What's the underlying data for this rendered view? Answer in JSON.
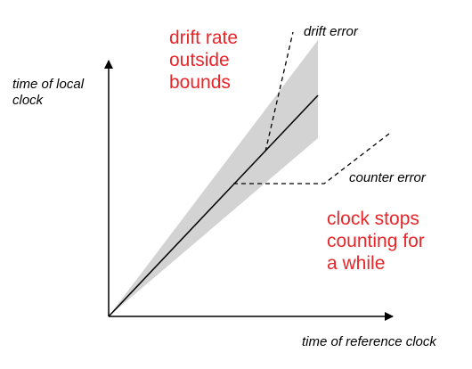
{
  "axes": {
    "y_label_line1": "time of local",
    "y_label_line2": "clock",
    "x_label": "time of reference clock"
  },
  "annotations": {
    "drift_error": "drift error",
    "counter_error": "counter error",
    "drift_rate": [
      "drift rate",
      "outside",
      "bounds"
    ],
    "clock_stops": [
      "clock stops",
      "counting for",
      "a while"
    ]
  },
  "colors": {
    "accent_text": "#e8262a",
    "envelope_fill": "#d3d3d3",
    "line": "#000000"
  }
}
